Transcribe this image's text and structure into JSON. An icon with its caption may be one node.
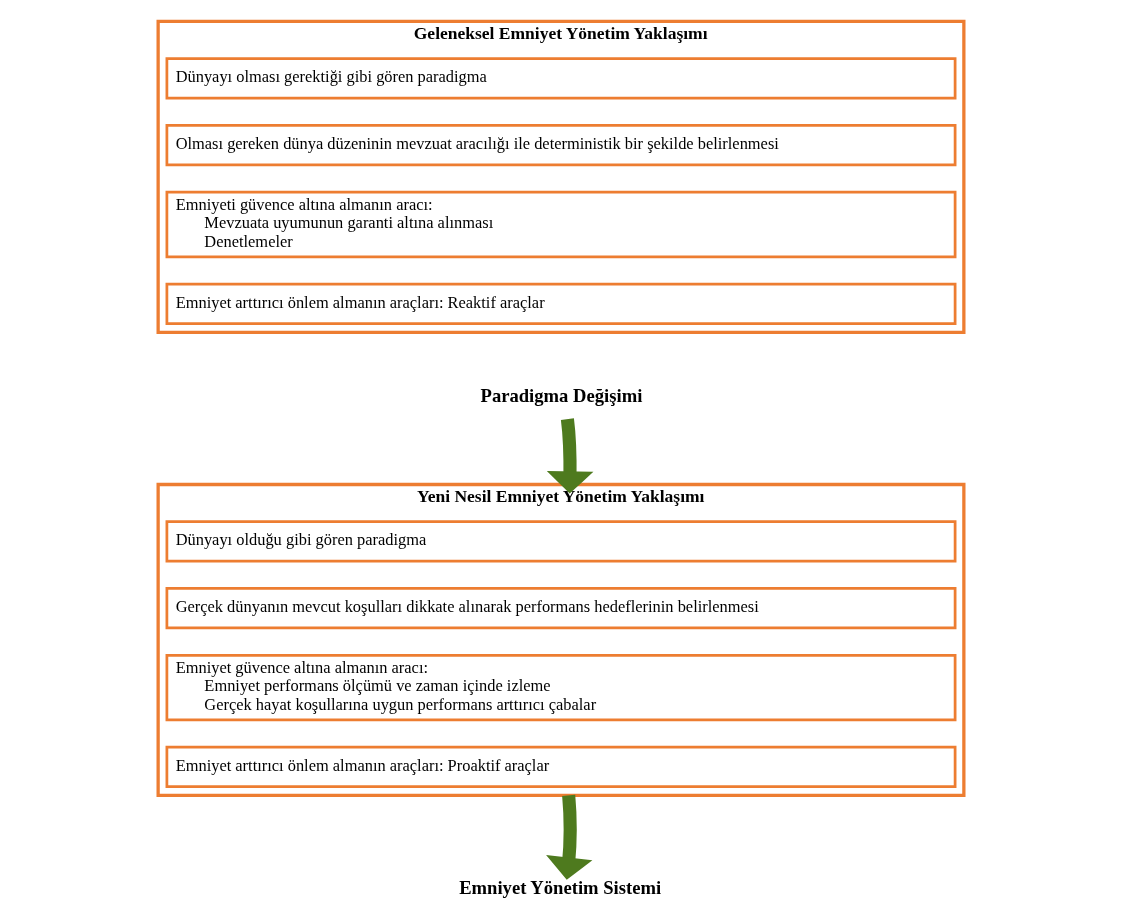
{
  "diagram": {
    "nodes": [
      {
        "text": [
          "Geleneksel Emniyet Yönetim Yaklaşımı"
        ]
      },
      {
        "text": [
          "Dünyayı olması gerektiği gibi gören paradigma"
        ],
        "in": 0
      },
      {
        "text": [
          "Olması gereken dünya düzeninin mevzuat aracılığı ile deterministik bir şekilde belirlenmesi"
        ],
        "in": 0
      },
      {
        "text": [
          "Emniyeti güvence altına almanın aracı:",
          "Mevzuata uyumunun garanti altına alınması",
          "Denetlemeler"
        ],
        "in": 0
      },
      {
        "text": [
          "Emniyet arttırıcı önlem almanın araçları: Reaktif araçlar"
        ],
        "in": 0
      },
      {
        "text": [
          "Paradigma Değişimi"
        ]
      },
      {
        "text": [
          "Yeni Nesil Emniyet Yönetim Yaklaşımı"
        ]
      },
      {
        "text": [
          "Dünyayı olduğu gibi gören paradigma"
        ],
        "in": 6
      },
      {
        "text": [
          "Gerçek dünyanın mevcut koşulları dikkate alınarak performans hedeflerinin belirlenmesi"
        ],
        "in": 6
      },
      {
        "text": [
          "Emniyet güvence altına almanın aracı:",
          "Emniyet performans ölçümü ve zaman içinde izleme",
          "Gerçek hayat koşullarına uygun performans arttırıcı çabalar"
        ],
        "in": 6
      },
      {
        "text": [
          "Emniyet arttırıcı önlem almanın araçları: Proaktif araçlar"
        ],
        "in": 6
      },
      {
        "text": [
          "Emniyet Yönetim Sistemi"
        ]
      }
    ],
    "edges": [
      {
        "from": 5,
        "to": 6,
        "arrow": "to"
      },
      {
        "from": 6,
        "to": 11,
        "arrow": "to"
      }
    ]
  }
}
